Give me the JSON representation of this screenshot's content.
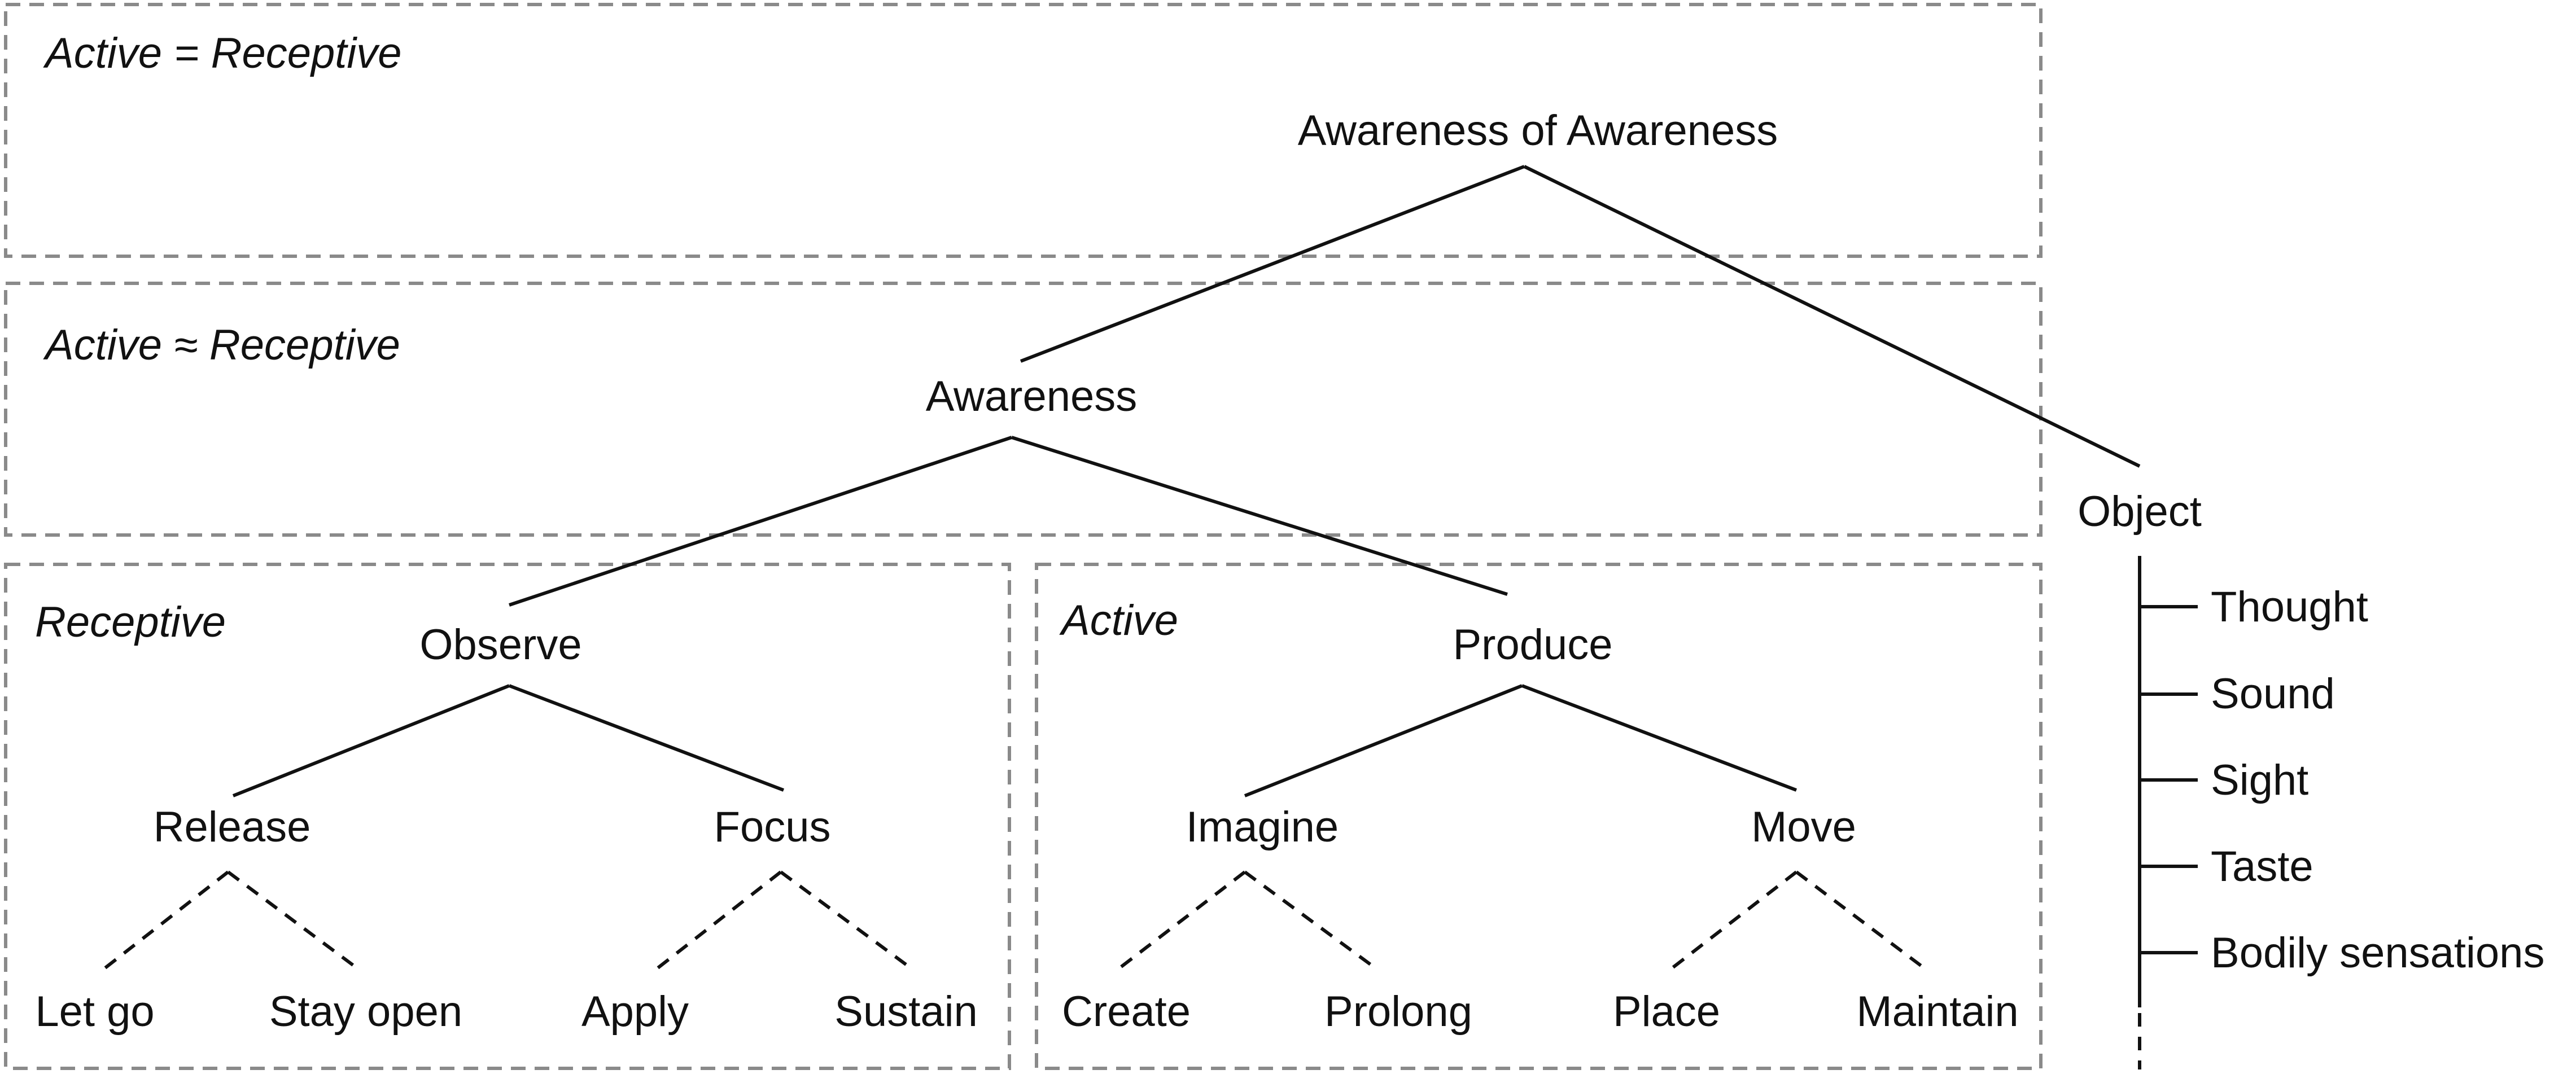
{
  "regions": {
    "top": "Active = Receptive",
    "middle": "Active ≈ Receptive",
    "left": "Receptive",
    "right": "Active"
  },
  "nodes": {
    "root": "Awareness of Awareness",
    "awareness": "Awareness",
    "object": "Object",
    "observe": "Observe",
    "produce": "Produce",
    "release": "Release",
    "focus": "Focus",
    "imagine": "Imagine",
    "move": "Move",
    "let_go": "Let go",
    "stay_open": "Stay open",
    "apply": "Apply",
    "sustain": "Sustain",
    "create": "Create",
    "prolong": "Prolong",
    "place": "Place",
    "maintain": "Maintain"
  },
  "object_list": [
    "Thought",
    "Sound",
    "Sight",
    "Taste",
    "Bodily sensations"
  ]
}
